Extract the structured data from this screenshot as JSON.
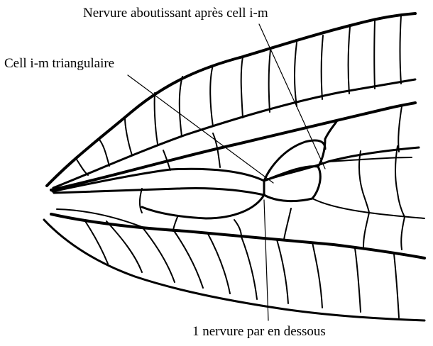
{
  "annotations": {
    "top": "Nervure aboutissant après cell i-m",
    "left": "Cell i-m triangulaire",
    "bottom": "1 nervure par en dessous"
  },
  "colors": {
    "ink": "#000000",
    "background": "#ffffff"
  }
}
